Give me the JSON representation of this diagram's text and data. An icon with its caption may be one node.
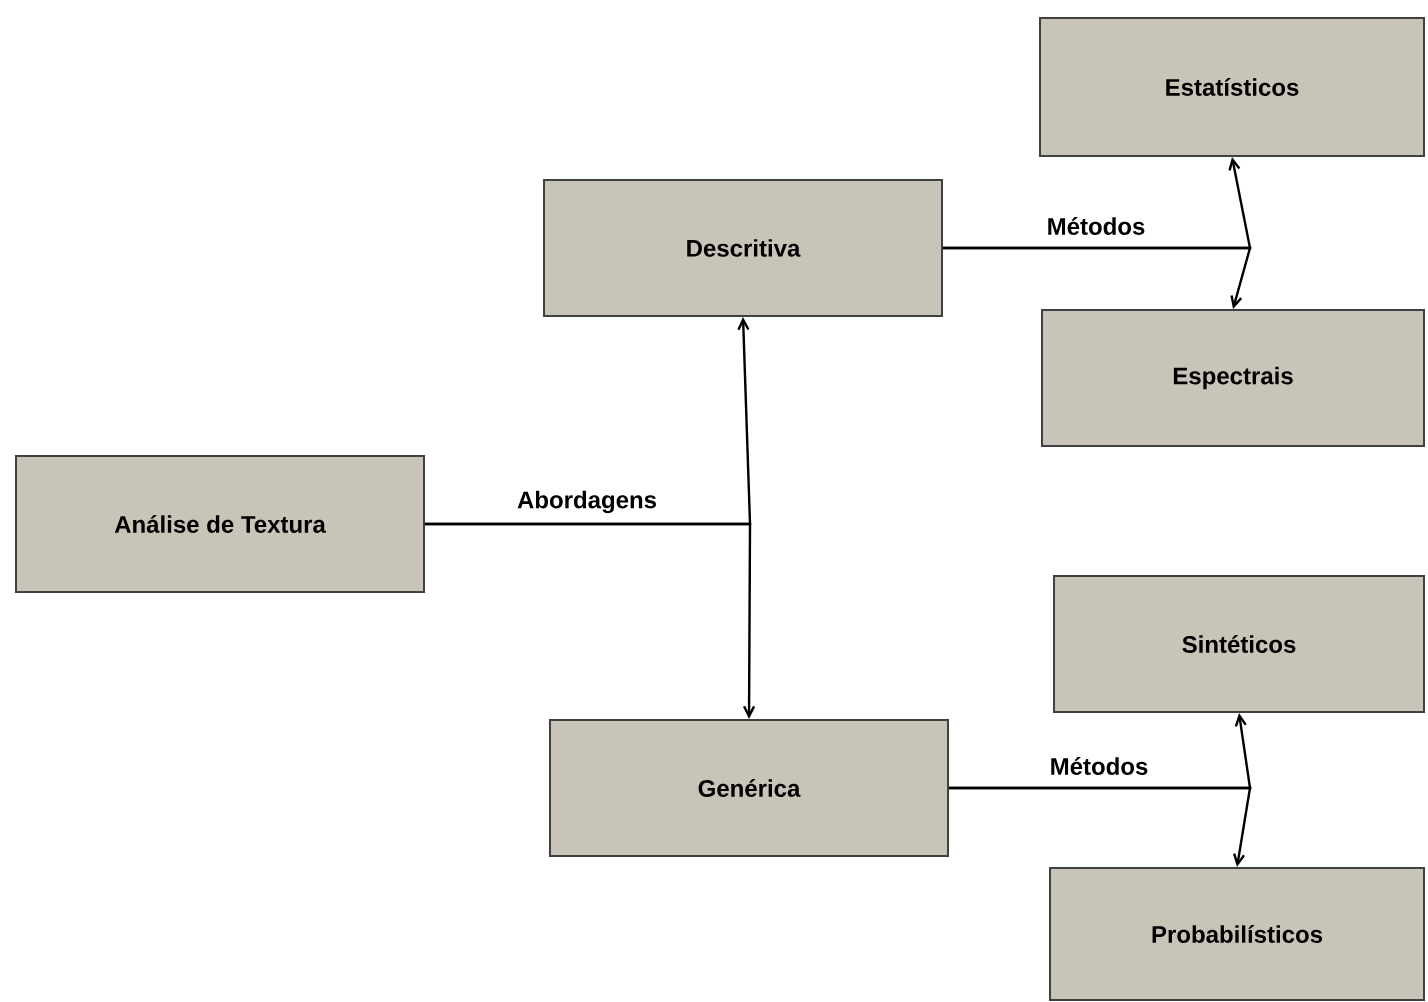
{
  "diagram": {
    "nodes": [
      {
        "text": [
          "Análise de Textura"
        ]
      },
      {
        "text": [
          "Descritiva"
        ]
      },
      {
        "text": [
          "Genérica"
        ]
      },
      {
        "text": [
          "Estatísticos"
        ]
      },
      {
        "text": [
          "Espectrais"
        ]
      },
      {
        "text": [
          "Sintéticos"
        ]
      },
      {
        "text": [
          "Probabilísticos"
        ]
      }
    ],
    "edges": [
      {
        "from": 0,
        "to": 1,
        "arrow": "to",
        "label": "Abordagens"
      },
      {
        "from": 0,
        "to": 2,
        "arrow": "to"
      },
      {
        "from": 1,
        "to": 3,
        "arrow": "to",
        "label": "Métodos"
      },
      {
        "from": 1,
        "to": 4,
        "arrow": "to"
      },
      {
        "from": 2,
        "to": 5,
        "arrow": "to",
        "label": "Métodos"
      },
      {
        "from": 2,
        "to": 6,
        "arrow": "to"
      }
    ]
  }
}
